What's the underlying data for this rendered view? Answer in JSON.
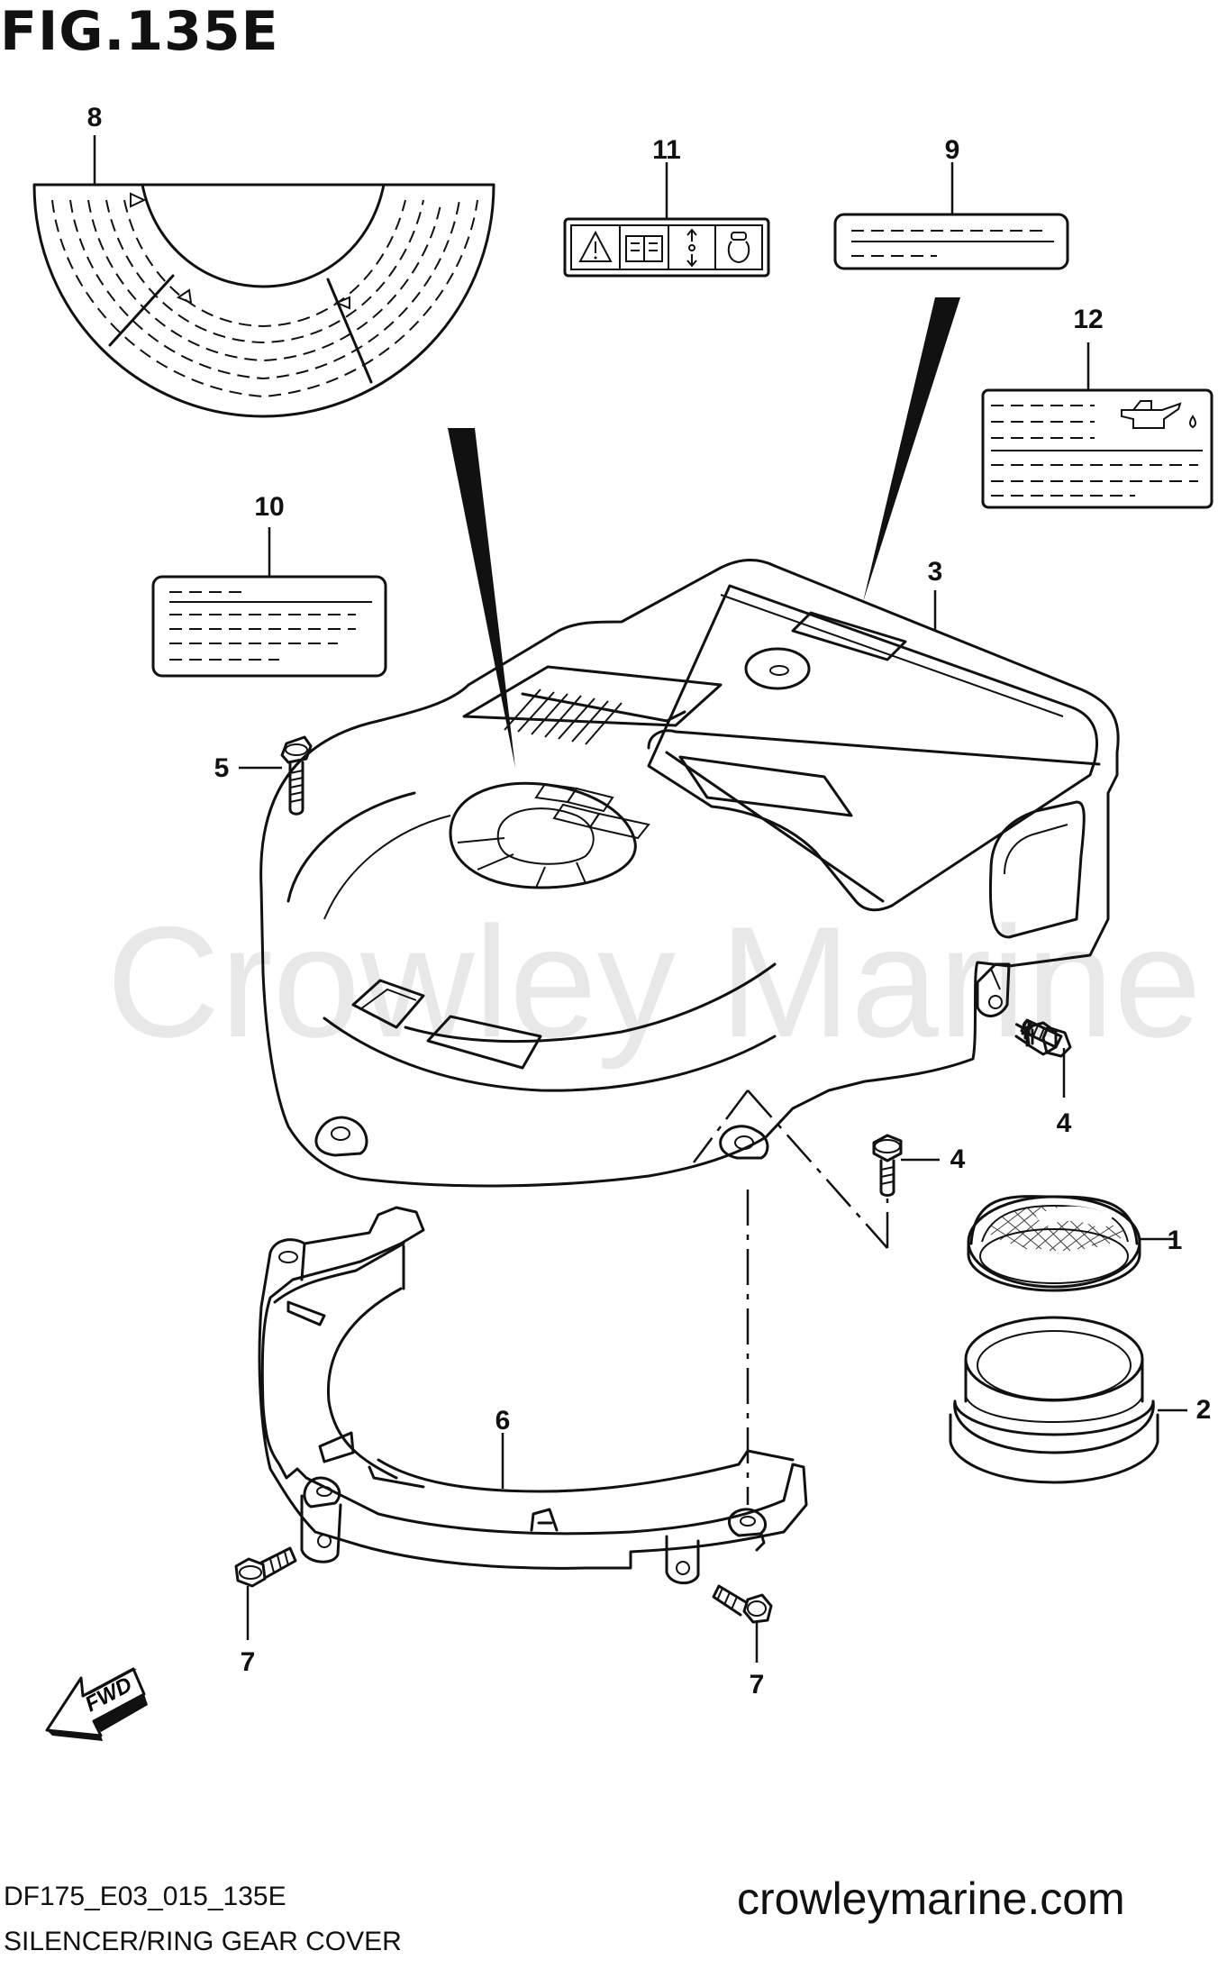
{
  "figure": {
    "title": "FIG.135E",
    "code": "DF175_E03_015_135E",
    "caption": "SILENCER/RING GEAR COVER",
    "website": "crowleymarine.com",
    "watermark": "Crowley Marine"
  },
  "callouts": [
    {
      "id": "8",
      "label": "8"
    },
    {
      "id": "11",
      "label": "11"
    },
    {
      "id": "9",
      "label": "9"
    },
    {
      "id": "12",
      "label": "12"
    },
    {
      "id": "10",
      "label": "10"
    },
    {
      "id": "3",
      "label": "3"
    },
    {
      "id": "5",
      "label": "5"
    },
    {
      "id": "4a",
      "label": "4"
    },
    {
      "id": "4b",
      "label": "4"
    },
    {
      "id": "1",
      "label": "1"
    },
    {
      "id": "2",
      "label": "2"
    },
    {
      "id": "6",
      "label": "6"
    },
    {
      "id": "7a",
      "label": "7"
    },
    {
      "id": "7b",
      "label": "7"
    }
  ],
  "arrow_label": "FWD",
  "icons": [
    "warning-triangle-icon",
    "manual-book-icon",
    "up-down-arrow-icon",
    "rotation-icon",
    "oil-can-icon"
  ]
}
